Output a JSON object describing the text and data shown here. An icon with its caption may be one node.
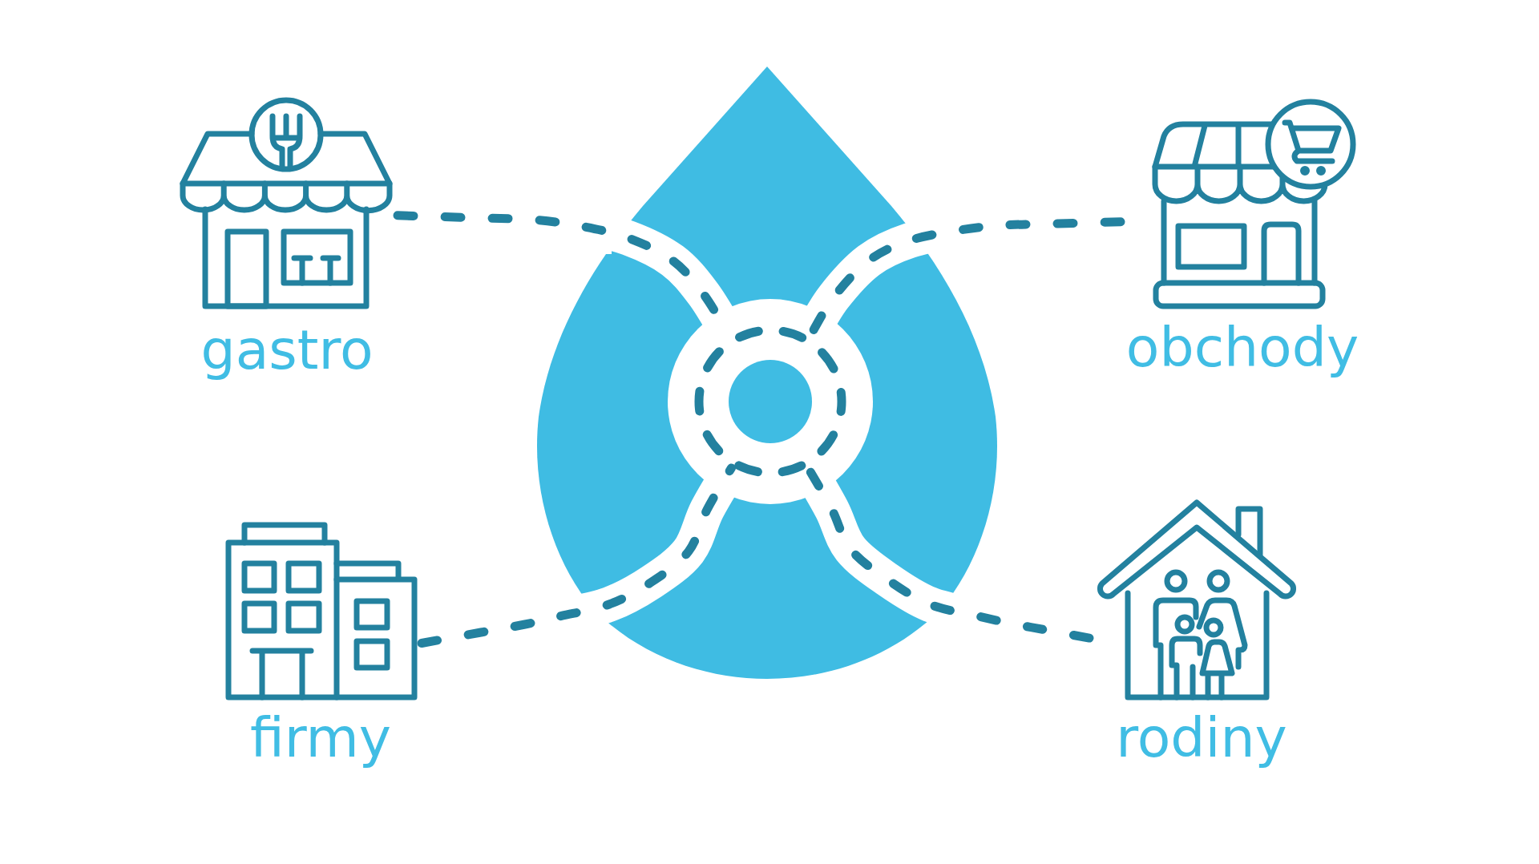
{
  "diagram": {
    "nodes": [
      {
        "text": [
          "gastro"
        ]
      },
      {
        "text": [],
        "shape": "drop"
      },
      {
        "text": [],
        "shape": "circle",
        "in": 1
      },
      {
        "text": [
          "obchody"
        ]
      },
      {
        "text": [
          "firmy"
        ]
      },
      {
        "text": [
          "rodiny"
        ]
      }
    ],
    "edges": [
      {
        "from": 0,
        "to": 2,
        "arrow": "none",
        "style": "dashed"
      },
      {
        "from": 3,
        "to": 2,
        "arrow": "none",
        "style": "dashed"
      },
      {
        "from": 4,
        "to": 2,
        "arrow": "none",
        "style": "dashed"
      },
      {
        "from": 5,
        "to": 2,
        "arrow": "none",
        "style": "dashed"
      }
    ]
  }
}
